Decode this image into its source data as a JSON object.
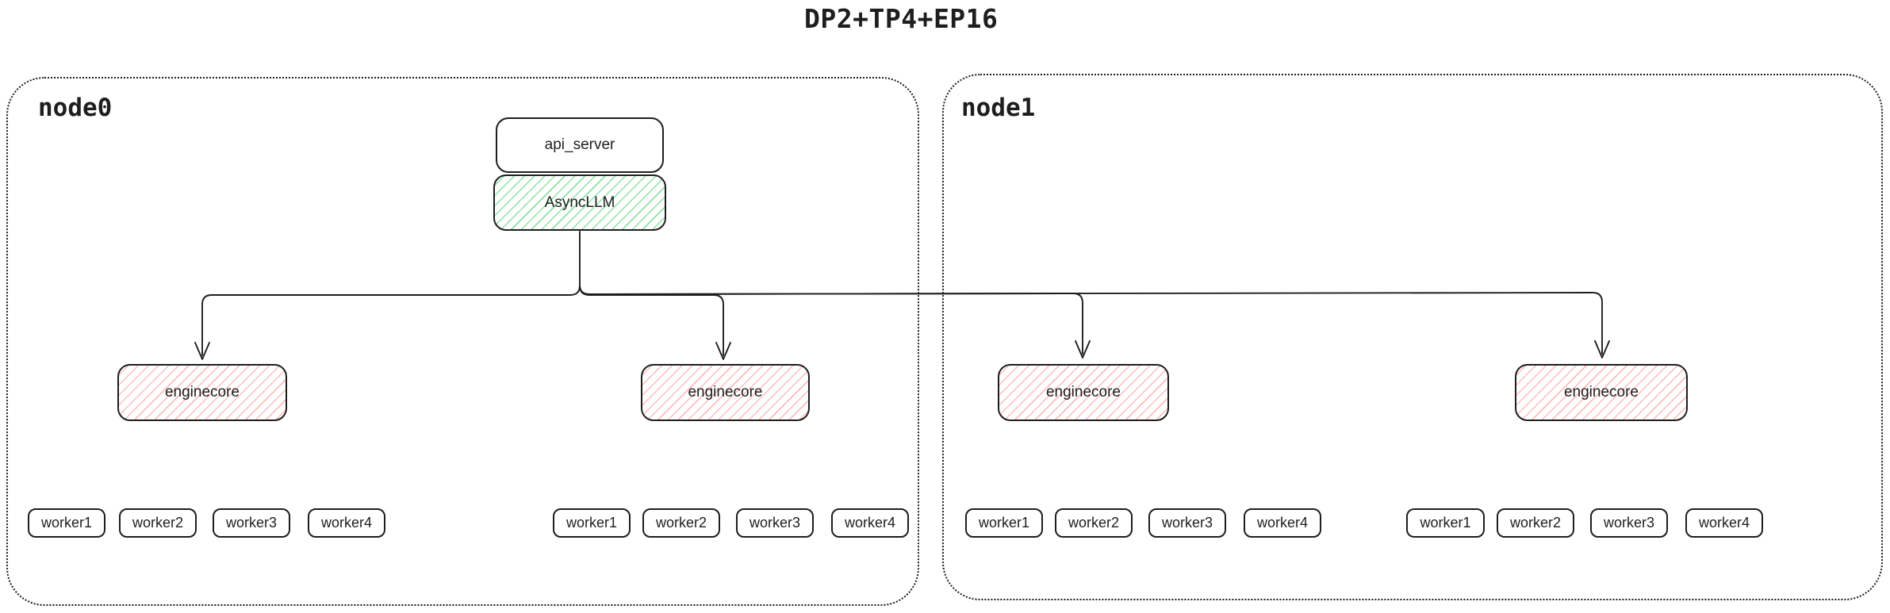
{
  "title": "DP2+TP4+EP16",
  "nodes": [
    {
      "label": "node0"
    },
    {
      "label": "node1"
    }
  ],
  "pipeline": {
    "api_server": "api_server",
    "async_llm": "AsyncLLM"
  },
  "enginecores": [
    "enginecore",
    "enginecore",
    "enginecore",
    "enginecore"
  ],
  "worker_groups": [
    [
      "worker1",
      "worker2",
      "worker3",
      "worker4"
    ],
    [
      "worker1",
      "worker2",
      "worker3",
      "worker4"
    ],
    [
      "worker1",
      "worker2",
      "worker3",
      "worker4"
    ],
    [
      "worker1",
      "worker2",
      "worker3",
      "worker4"
    ]
  ],
  "colors": {
    "stroke": "#1e1e1e",
    "green_hatch": "#8ce3a5",
    "red_hatch": "#ffbcbc",
    "background": "#ffffff"
  }
}
